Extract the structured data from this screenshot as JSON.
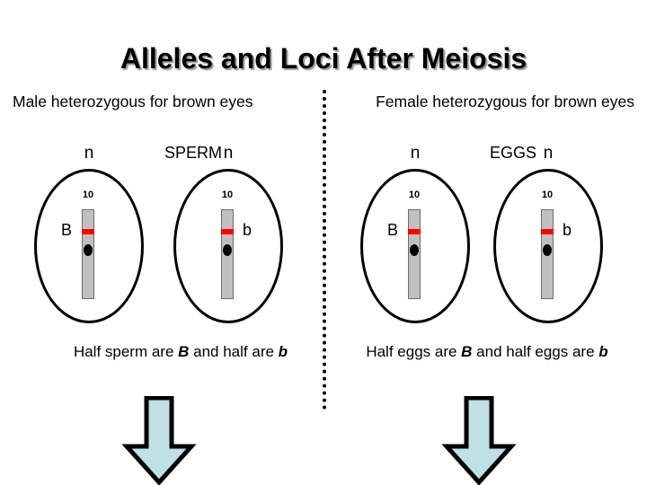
{
  "slide": {
    "title": "Alleles and Loci After Meiosis"
  },
  "divider": {
    "style": "dotted-vertical"
  },
  "panels": [
    {
      "id": "male",
      "header": "Male heterozygous for brown eyes",
      "gamete_type_label": "SPERM",
      "caption_prefix": "Half sperm are ",
      "caption_allele_1": "B",
      "caption_middle": " and half are ",
      "caption_allele_2": "b",
      "caption_suffix": "",
      "arrow_icon": "down-arrow-icon",
      "cells": [
        {
          "ploidy": "n",
          "chromosome_number": "10",
          "allele": "B",
          "allele_side": "left"
        },
        {
          "ploidy": "n",
          "chromosome_number": "10",
          "allele": "b",
          "allele_side": "right"
        }
      ]
    },
    {
      "id": "female",
      "header": "Female heterozygous for brown eyes",
      "gamete_type_label": "EGGS",
      "caption_prefix": "Half eggs are ",
      "caption_allele_1": "B",
      "caption_middle": " and half eggs are ",
      "caption_allele_2": "b",
      "caption_suffix": "",
      "arrow_icon": "down-arrow-icon",
      "cells": [
        {
          "ploidy": "n",
          "chromosome_number": "10",
          "allele": "B",
          "allele_side": "left"
        },
        {
          "ploidy": "n",
          "chromosome_number": "10",
          "allele": "b",
          "allele_side": "right"
        }
      ]
    }
  ],
  "colors": {
    "background": "#ffffff",
    "text": "#000000",
    "chromosome_body": "#c0c0c0",
    "chromosome_outline": "#6b6b6b",
    "allele_band": "#ff0000",
    "centromere": "#000000",
    "arrow_fill": "#bfe0e5",
    "arrow_outline": "#000000",
    "title_shadow": "#9a9a9a"
  }
}
